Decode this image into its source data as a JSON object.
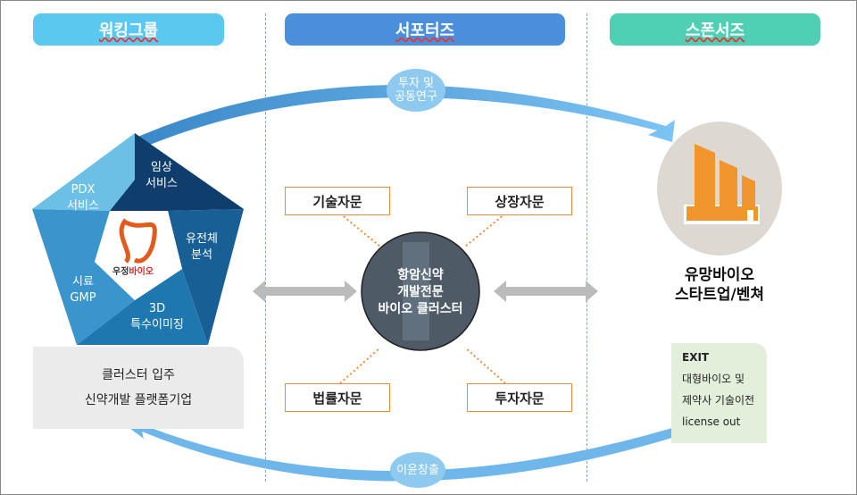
{
  "headers": {
    "working_group": "워킹그룹",
    "supporters": "서포터즈",
    "sponsors": "스폰서즈"
  },
  "arc_labels": {
    "top_line1": "투자 및",
    "top_line2": "공동연구",
    "bottom": "이윤창출"
  },
  "pentagon": {
    "logo_text_a": "우정",
    "logo_text_b": "바이오",
    "segments": [
      {
        "line1": "임상",
        "line2": "서비스"
      },
      {
        "line1": "유전체",
        "line2": "분석"
      },
      {
        "line1": "3D",
        "line2": "특수이미징"
      },
      {
        "line1": "시료",
        "line2": "GMP"
      },
      {
        "line1": "PDX",
        "line2": "서비스"
      }
    ]
  },
  "cluster_box": {
    "line1": "클러스터 입주",
    "line2": "신약개발 플랫폼기업"
  },
  "advisory": {
    "tech": "기술자문",
    "listing": "상장자문",
    "legal": "법률자문",
    "invest": "투자자문"
  },
  "center": {
    "line1": "항암신약",
    "line2": "개발전문",
    "line3": "바이오 클러스터"
  },
  "startup": {
    "line1": "유망바이오",
    "line2": "스타트업/벤쳐"
  },
  "exit_box": {
    "title": "EXIT",
    "line1": "대형바이오 및",
    "line2": "제약사 기술이전",
    "line3": "license out"
  },
  "colors": {
    "working": "#5bc8f0",
    "supporters": "#4a8fdc",
    "sponsors": "#4fcfb4",
    "orange": "#f08a3c"
  }
}
